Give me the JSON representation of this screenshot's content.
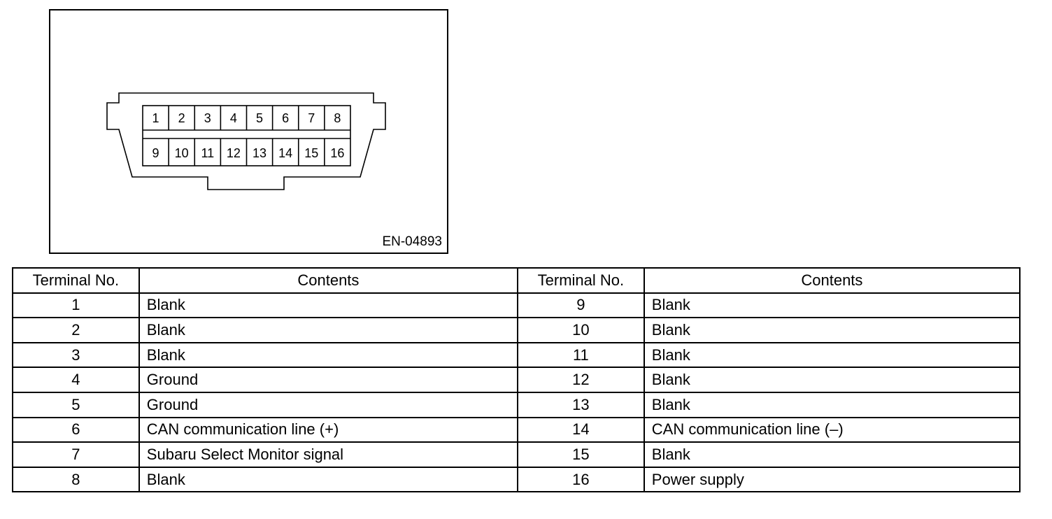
{
  "figure": {
    "code": "EN-04893",
    "pins_top": [
      "1",
      "2",
      "3",
      "4",
      "5",
      "6",
      "7",
      "8"
    ],
    "pins_bottom": [
      "9",
      "10",
      "11",
      "12",
      "13",
      "14",
      "15",
      "16"
    ]
  },
  "table": {
    "headers": [
      "Terminal No.",
      "Contents",
      "Terminal No.",
      "Contents"
    ],
    "rows": [
      {
        "left_no": "1",
        "left_content": "Blank",
        "right_no": "9",
        "right_content": "Blank"
      },
      {
        "left_no": "2",
        "left_content": "Blank",
        "right_no": "10",
        "right_content": "Blank"
      },
      {
        "left_no": "3",
        "left_content": "Blank",
        "right_no": "11",
        "right_content": "Blank"
      },
      {
        "left_no": "4",
        "left_content": "Ground",
        "right_no": "12",
        "right_content": "Blank"
      },
      {
        "left_no": "5",
        "left_content": "Ground",
        "right_no": "13",
        "right_content": "Blank"
      },
      {
        "left_no": "6",
        "left_content": "CAN communication line (+)",
        "right_no": "14",
        "right_content": "CAN communication line (–)"
      },
      {
        "left_no": "7",
        "left_content": "Subaru Select Monitor signal",
        "right_no": "15",
        "right_content": "Blank"
      },
      {
        "left_no": "8",
        "left_content": "Blank",
        "right_no": "16",
        "right_content": "Power supply"
      }
    ]
  }
}
